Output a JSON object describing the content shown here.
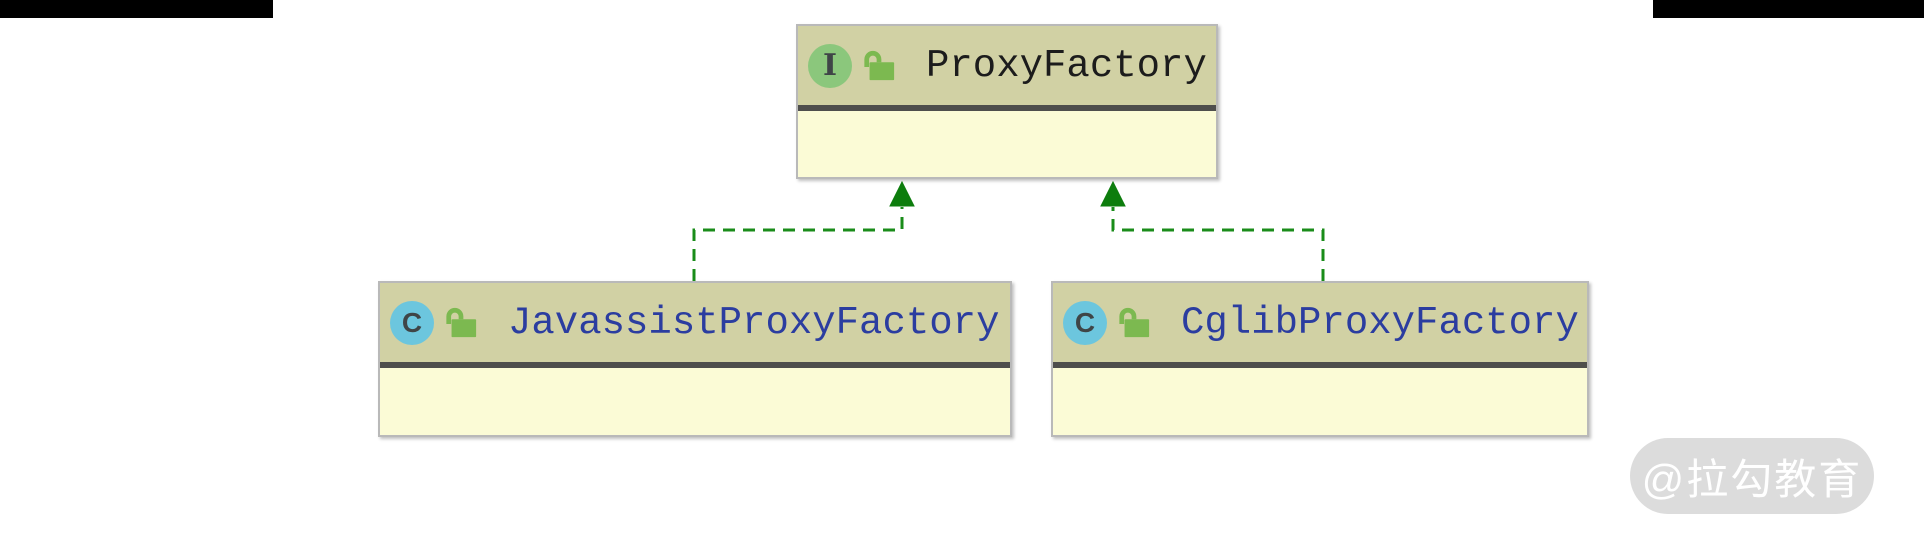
{
  "diagram": {
    "nodes": [
      {
        "name": "ProxyFactory",
        "kind": "interface",
        "icon_letter": "I",
        "visibility": "public"
      },
      {
        "name": "JavassistProxyFactory",
        "kind": "class",
        "icon_letter": "C",
        "visibility": "public"
      },
      {
        "name": "CglibProxyFactory",
        "kind": "class",
        "icon_letter": "C",
        "visibility": "public"
      }
    ],
    "edges": [
      {
        "from": "JavassistProxyFactory",
        "to": "ProxyFactory",
        "type": "realization",
        "style": "dashed",
        "arrow": "hollow-triangle-up"
      },
      {
        "from": "CglibProxyFactory",
        "to": "ProxyFactory",
        "type": "realization",
        "style": "dashed",
        "arrow": "hollow-triangle-up"
      }
    ]
  },
  "watermark": {
    "text": "@拉勾教育"
  },
  "colors": {
    "top_bar": "#000000",
    "header_bg": "#d1d1a4",
    "body_bg": "#fbfbd6",
    "node_border": "#b9b9b9",
    "divider": "#4e4e4c",
    "interface_icon_bg": "#8bc77c",
    "class_icon_bg": "#6cc6de",
    "icon_letter": "#3f4547",
    "lock_green": "#7cb950",
    "interface_title": "#1c1c1c",
    "class_title": "#2b3da0",
    "edge_green": "#1a8c1a",
    "edge_green_dark": "#0d7d0d",
    "watermark_bg": "#dcdcdc",
    "watermark_text": "#ffffff"
  }
}
